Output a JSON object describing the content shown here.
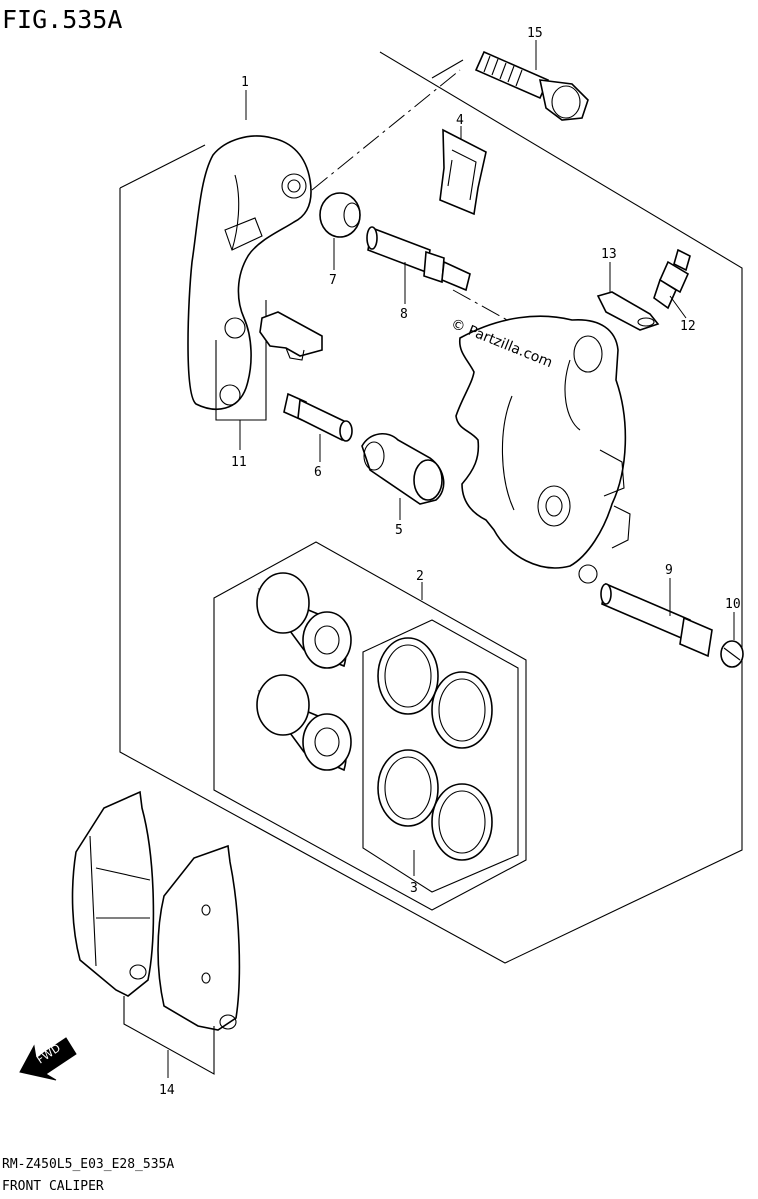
{
  "figure": {
    "title": "FIG.535A",
    "model_code": "RM-Z450L5_E03_E28_535A",
    "caption": "FRONT CALIPER",
    "watermark": "© Partzilla.com",
    "direction_label": "FWD"
  },
  "callouts": [
    {
      "id": "c1",
      "label": "1",
      "part": "caliper-bracket"
    },
    {
      "id": "c2",
      "label": "2",
      "part": "piston-set"
    },
    {
      "id": "c3",
      "label": "3",
      "part": "seal-set"
    },
    {
      "id": "c4",
      "label": "4",
      "part": "pad-spring"
    },
    {
      "id": "c5",
      "label": "5",
      "part": "boot"
    },
    {
      "id": "c6",
      "label": "6",
      "part": "pin"
    },
    {
      "id": "c7",
      "label": "7",
      "part": "boot-small"
    },
    {
      "id": "c8",
      "label": "8",
      "part": "slide-pin"
    },
    {
      "id": "c9",
      "label": "9",
      "part": "pad-pin"
    },
    {
      "id": "c10",
      "label": "10",
      "part": "plug"
    },
    {
      "id": "c11",
      "label": "11",
      "part": "pad-clip"
    },
    {
      "id": "c12",
      "label": "12",
      "part": "bleeder-valve"
    },
    {
      "id": "c13",
      "label": "13",
      "part": "bleeder-cap"
    },
    {
      "id": "c14",
      "label": "14",
      "part": "brake-pads"
    },
    {
      "id": "c15",
      "label": "15",
      "part": "mounting-bolt"
    }
  ]
}
